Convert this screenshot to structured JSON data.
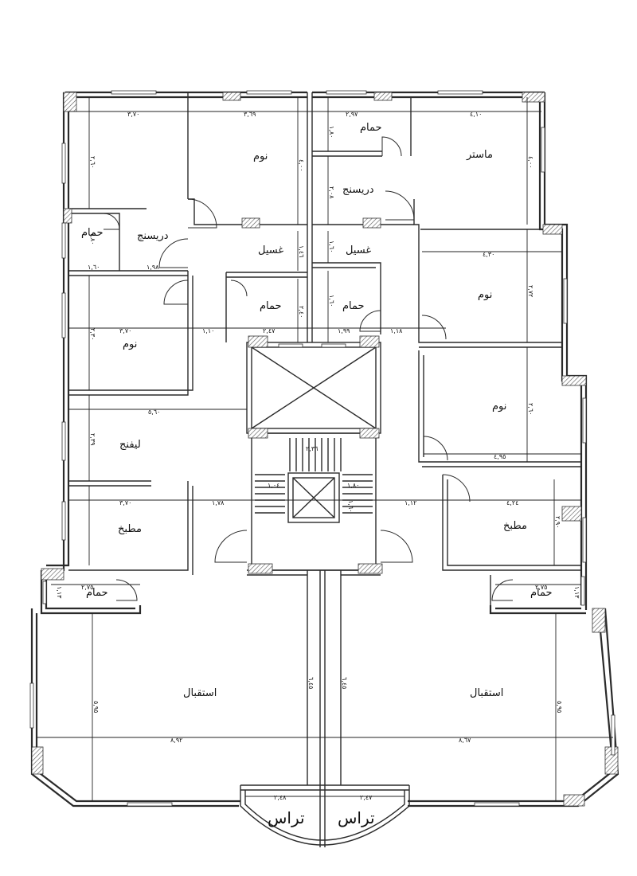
{
  "rooms": {
    "bedroom_top_left": "نوم",
    "master": "ماستر",
    "bath_top": "حمام",
    "dressing_top_right": "دريسنج",
    "bath_left": "حمام",
    "dressing_left": "دريسنج",
    "laundry_left": "غسيل",
    "laundry_right": "غسيل",
    "bath_mid_left": "حمام",
    "bath_mid_right": "حمام",
    "bedroom_mid_left": "نوم",
    "bedroom_mid_right": "نوم",
    "bedroom_lower_right": "نوم",
    "living": "ليفنج",
    "kitchen_left": "مطبخ",
    "kitchen_right": "مطبخ",
    "bath_bottom_left": "حمام",
    "bath_bottom_right": "حمام",
    "reception_left": "استقبال",
    "reception_right": "استقبال",
    "terrace_left": "تراس",
    "terrace_right": "تراس"
  },
  "dimensions": {
    "d1": "٣,٧٠",
    "d2": "٣,٦٩",
    "d3": "٢,٩٧",
    "d4": "٤,١٠",
    "d5": "٢,٦٠",
    "d6": "٤,٠٠",
    "d7": "١,٨٠",
    "d8": "٤,٠٠",
    "d9": "٢,٠٨",
    "d10": "١,٩٨",
    "d11": "١,٦٠",
    "d12": "١,٨٠",
    "d13": "١,٤٦",
    "d14": "١,٦٠",
    "d15": "٤,٣٠",
    "d16": "٢,٧٢",
    "d17": "٣,٧٠",
    "d18": "١,١٠",
    "d19": "٢,٤٧",
    "d20": "١,٩٩",
    "d21": "١,١٨",
    "d22": "٢,٤٠",
    "d23": "١,٦٠",
    "d24": "٢,٣٠",
    "d25": "٥,٦٠",
    "d26": "٢,٦٠",
    "d27": "٢,٣٩",
    "d28": "٤,٩٥",
    "d29": "١,٠٤",
    "d30": "١,٨٠",
    "d31": "٣,٧٠",
    "d32": "١,٧٨",
    "d33": "١,١٢",
    "d34": "١,٦٠",
    "d35": "٤,٢٤",
    "d36": "٢,٩٠",
    "d37": "٢,٣٦",
    "d38": "٢,٧٥",
    "d39": "١,١٣",
    "d40": "٢,٧٥",
    "d41": "١,١٣",
    "d42": "٦,٤٥",
    "d43": "٦,٤٥",
    "d44": "٥,٩٥",
    "d45": "٥,٩٥",
    "d46": "٨,٩٢",
    "d47": "٨,٦٧",
    "d48": "٢,٤٨",
    "d49": "٢,٤٧"
  }
}
